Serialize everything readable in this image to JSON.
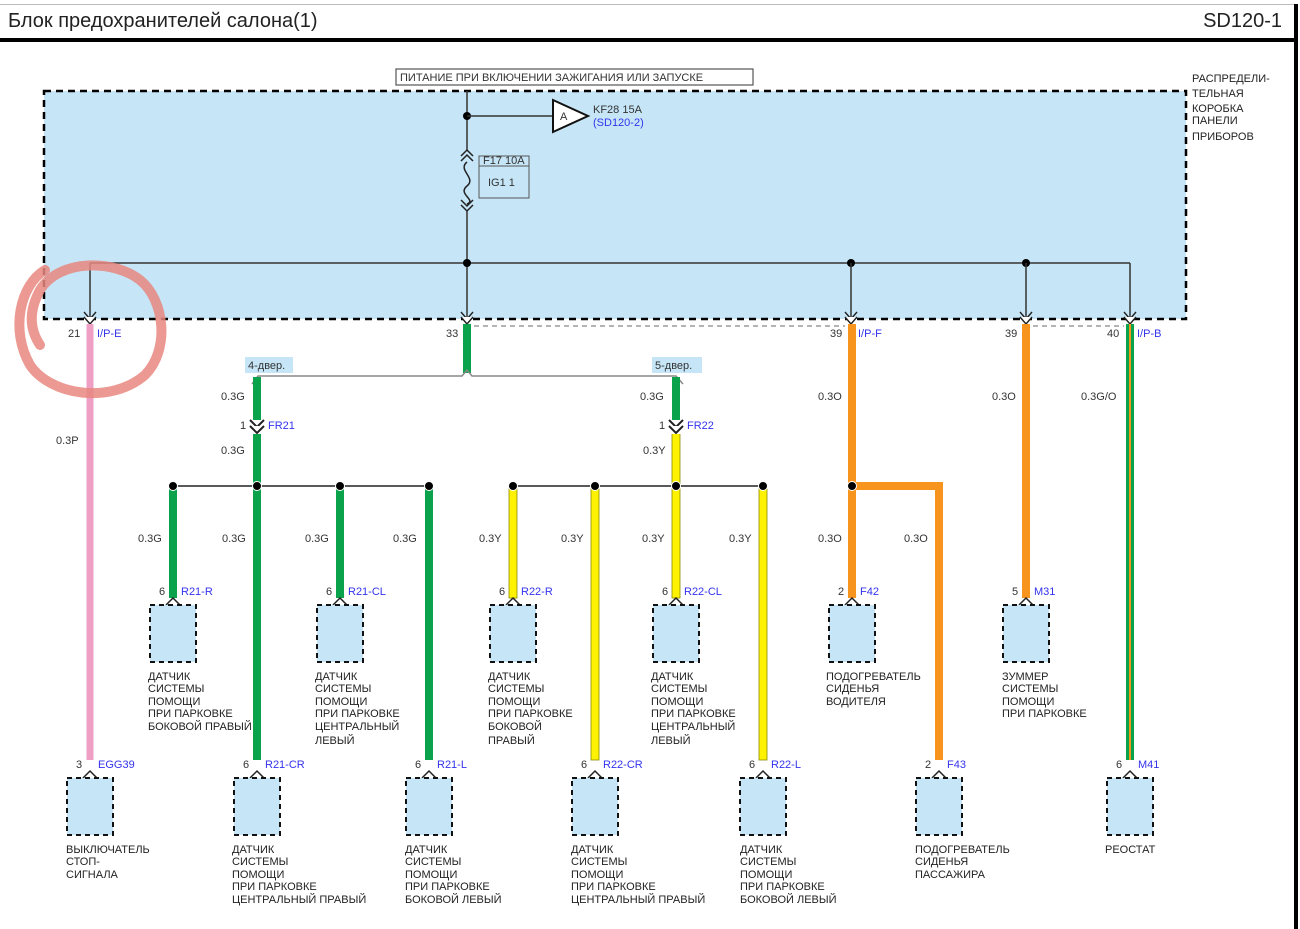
{
  "header": {
    "title": "Блок предохранителей салона(1)",
    "code": "SD120-1"
  },
  "colors": {
    "box_fill": "#c6e6f7",
    "pink": "#ef9fc4",
    "green": "#0aa24a",
    "yellow": "#fff200",
    "orange": "#f7941d",
    "label_blue": "#3333ee",
    "annotation_circle": "#e8877f"
  },
  "power_label": "ПИТАНИЕ ПРИ ВКЛЮЧЕНИИ ЗАЖИГАНИЯ ИЛИ ЗАПУСКЕ",
  "junction_box": {
    "lines": [
      "РАСПРЕДЕЛИ-",
      "ТЕЛЬНАЯ",
      "КОРОБКА",
      "ПАНЕЛИ",
      "ПРИБОРОВ"
    ]
  },
  "connector_a": {
    "letter": "A",
    "label": "KF28 15A",
    "ref": "(SD120-2)"
  },
  "fuse": {
    "rating": "F17 10A",
    "name": "IG1 1"
  },
  "pins_top": [
    {
      "pin": "21",
      "connector": "I/P-E"
    },
    {
      "pin": "33",
      "connector": ""
    },
    {
      "pin": "39",
      "connector": "I/P-F"
    },
    {
      "pin": "39",
      "connector": ""
    },
    {
      "pin": "40",
      "connector": "I/P-B"
    }
  ],
  "variants": {
    "left": "4-двер.",
    "right": "5-двер."
  },
  "wires": {
    "pink": "0.3P",
    "fr21_top": "0.3G",
    "fr21_bottom": "0.3G",
    "fr22_top": "0.3G",
    "fr22_bottom": "0.3Y",
    "g1": "0.3G",
    "g2": "0.3G",
    "g3": "0.3G",
    "g4": "0.3G",
    "y1": "0.3Y",
    "y2": "0.3Y",
    "y3": "0.3Y",
    "y4": "0.3Y",
    "o_main": "0.3O",
    "o1": "0.3O",
    "o2": "0.3O",
    "o_m31": "0.3O",
    "go": "0.3G/O"
  },
  "inline_connectors": {
    "fr21": {
      "pin": "1",
      "name": "FR21"
    },
    "fr22": {
      "pin": "1",
      "name": "FR22"
    }
  },
  "components": [
    {
      "pin": "6",
      "connector": "R21-R",
      "lines": [
        "ДАТЧИК",
        "СИСТЕМЫ",
        "ПОМОЩИ",
        "ПРИ ПАРКОВКЕ",
        "БОКОВОЙ ПРАВЫЙ"
      ]
    },
    {
      "pin": "6",
      "connector": "R21-CL",
      "lines": [
        "ДАТЧИК",
        "СИСТЕМЫ",
        "ПОМОЩИ",
        "ПРИ ПАРКОВКЕ",
        "ЦЕНТРАЛЬНЫЙ",
        "ЛЕВЫЙ"
      ]
    },
    {
      "pin": "6",
      "connector": "R22-R",
      "lines": [
        "ДАТЧИК",
        "СИСТЕМЫ",
        "ПОМОЩИ",
        "ПРИ ПАРКОВКЕ",
        "БОКОВОЙ",
        "ПРАВЫЙ"
      ]
    },
    {
      "pin": "6",
      "connector": "R22-CL",
      "lines": [
        "ДАТЧИК",
        "СИСТЕМЫ",
        "ПОМОЩИ",
        "ПРИ ПАРКОВКЕ",
        "ЦЕНТРАЛЬНЫЙ",
        "ЛЕВЫЙ"
      ]
    },
    {
      "pin": "2",
      "connector": "F42",
      "lines": [
        "ПОДОГРЕВАТЕЛЬ",
        "СИДЕНЬЯ",
        "ВОДИТЕЛЯ"
      ]
    },
    {
      "pin": "5",
      "connector": "M31",
      "lines": [
        "ЗУММЕР",
        "СИСТЕМЫ",
        "ПОМОЩИ",
        "ПРИ ПАРКОВКЕ"
      ]
    },
    {
      "pin": "3",
      "connector": "EGG39",
      "lines": [
        "ВЫКЛЮЧАТЕЛЬ",
        "СТОП-",
        "СИГНАЛА"
      ]
    },
    {
      "pin": "6",
      "connector": "R21-CR",
      "lines": [
        "ДАТЧИК",
        "СИСТЕМЫ",
        "ПОМОЩИ",
        "ПРИ ПАРКОВКЕ",
        "ЦЕНТРАЛЬНЫЙ ПРАВЫЙ"
      ]
    },
    {
      "pin": "6",
      "connector": "R21-L",
      "lines": [
        "ДАТЧИК",
        "СИСТЕМЫ",
        "ПОМОЩИ",
        "ПРИ ПАРКОВКЕ",
        "БОКОВОЙ ЛЕВЫЙ"
      ]
    },
    {
      "pin": "6",
      "connector": "R22-CR",
      "lines": [
        "ДАТЧИК",
        "СИСТЕМЫ",
        "ПОМОЩИ",
        "ПРИ ПАРКОВКЕ",
        "ЦЕНТРАЛЬНЫЙ ПРАВЫЙ"
      ]
    },
    {
      "pin": "6",
      "connector": "R22-L",
      "lines": [
        "ДАТЧИК",
        "СИСТЕМЫ",
        "ПОМОЩИ",
        "ПРИ ПАРКОВКЕ",
        "БОКОВОЙ ЛЕВЫЙ"
      ]
    },
    {
      "pin": "2",
      "connector": "F43",
      "lines": [
        "ПОДОГРЕВАТЕЛЬ",
        "СИДЕНЬЯ",
        "ПАССАЖИРА"
      ]
    },
    {
      "pin": "6",
      "connector": "M41",
      "lines": [
        "РЕОСТАТ"
      ]
    }
  ]
}
